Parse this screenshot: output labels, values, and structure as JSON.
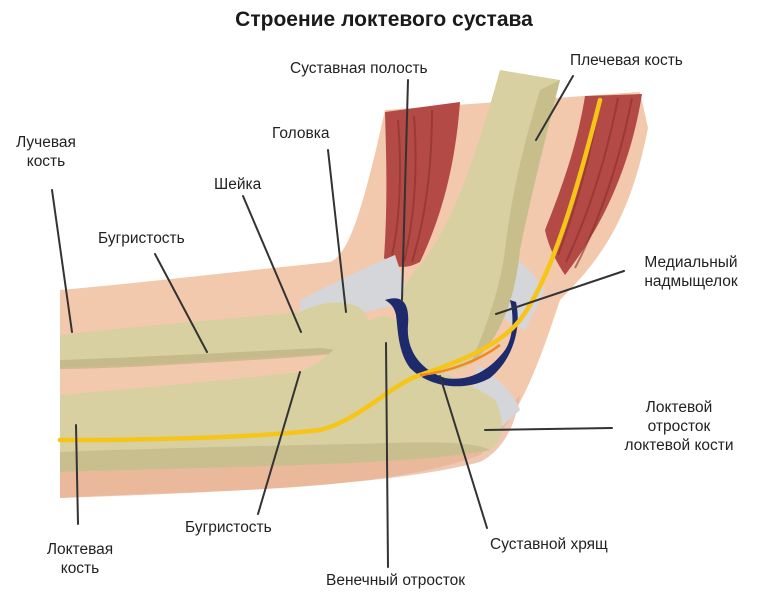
{
  "title": "Строение локтевого сустава",
  "labels": {
    "radius_line1": "Лучевая",
    "radius_line2": "кость",
    "joint_cavity": "Суставная полость",
    "head": "Головка",
    "humerus": "Плечевая кость",
    "neck": "Шейка",
    "tuberosity_top": "Бугристость",
    "medial_epicondyle_line1": "Медиальный",
    "medial_epicondyle_line2": "надмыщелок",
    "olecranon_line1": "Локтевой",
    "olecranon_line2": "отросток",
    "olecranon_line3": "локтевой кости",
    "ulna_line1": "Локтевая",
    "ulna_line2": "кость",
    "tuberosity_bottom": "Бугристость",
    "articular_cartilage": "Суставной хрящ",
    "coronoid_process": "Венечный отросток"
  },
  "colors": {
    "skin": "#f2c9ad",
    "skin_shadow": "#e7b193",
    "bone": "#d8d0a0",
    "bone_shadow": "#b9ae7c",
    "muscle": "#b34a45",
    "muscle_dark": "#8a2f2c",
    "nerve": "#f5c518",
    "cartilage": "#1d2a6b",
    "ligament": "#d4d6da",
    "pointer": "#333333"
  }
}
